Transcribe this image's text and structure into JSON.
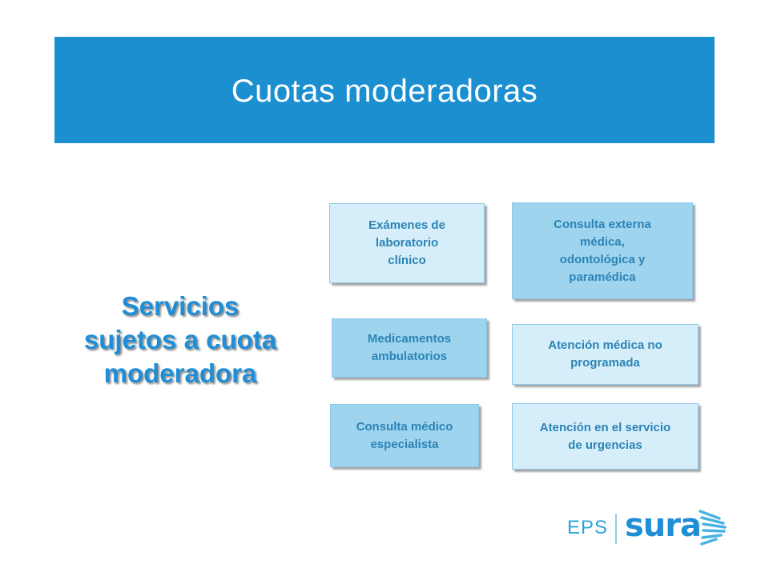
{
  "header": {
    "title": "Cuotas moderadoras"
  },
  "main_heading": [
    "Servicios",
    "sujetos a cuota",
    "moderadora"
  ],
  "boxes": [
    {
      "label": "Exámenes de\nlaboratorio\nclínico"
    },
    {
      "label": "Consulta externa\nmédica,\nodontológica y\nparamédica"
    },
    {
      "label": "Medicamentos\nambulatorios"
    },
    {
      "label": "Atención médica no\nprogramada"
    },
    {
      "label": "Consulta médico\nespecialista"
    },
    {
      "label": "Atención en el servicio\nde urgencias"
    }
  ],
  "logo": {
    "eps": "EPS",
    "brand": "sura",
    "icon": "wing-stripes-icon"
  },
  "colors": {
    "header_bg": "#1b8fd0",
    "heading_text": "#1f8ed6",
    "box_light": "#d6eef9",
    "box_mid": "#9fd4ef",
    "box_text": "#2b84b6"
  }
}
